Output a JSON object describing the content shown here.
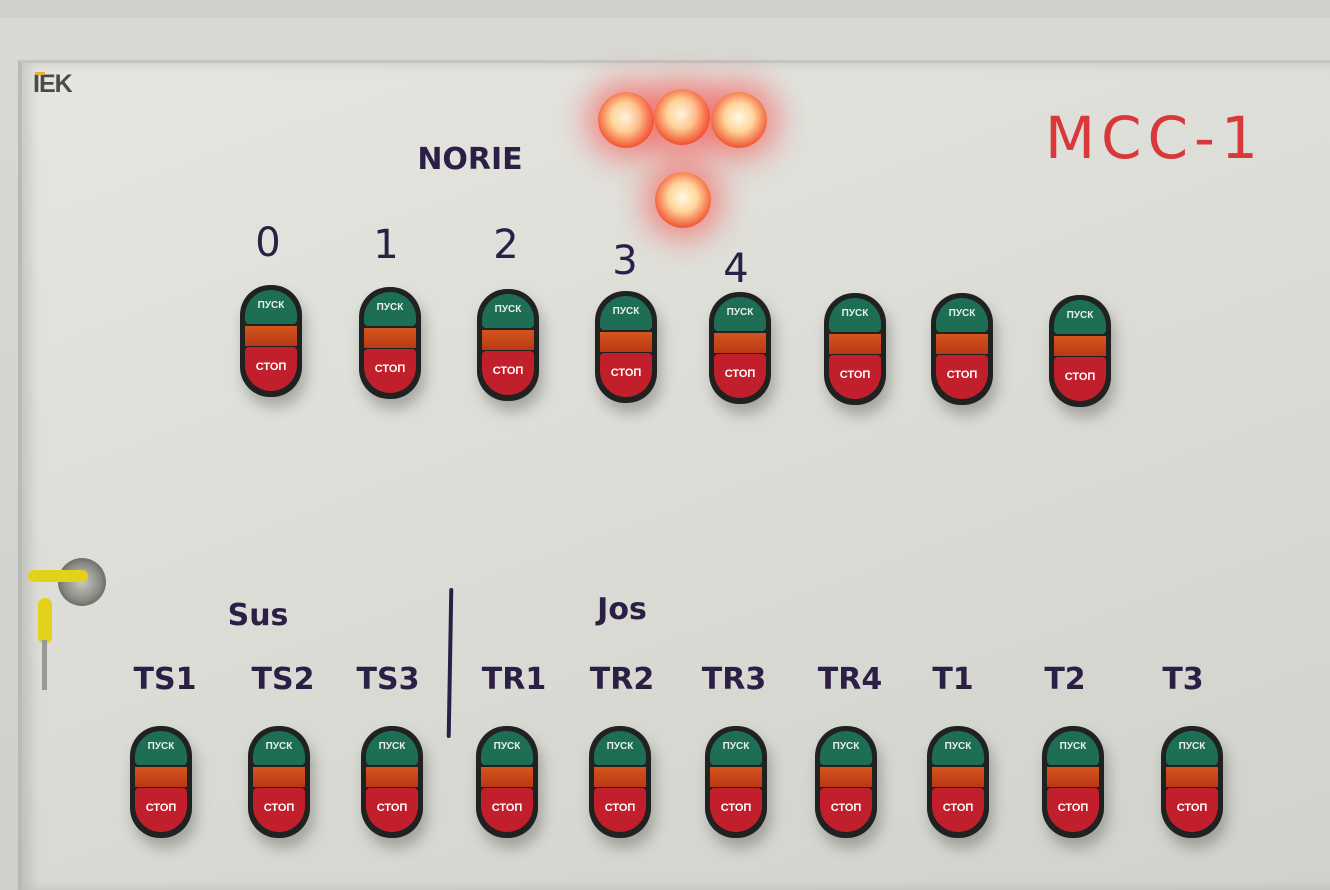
{
  "brand_logo": "IEK",
  "panel_title": "MCC-1",
  "group_label_top": "NORIE",
  "top_row": {
    "numbers": [
      "0",
      "1",
      "2",
      "3",
      "4"
    ],
    "buttons": [
      {
        "start": "ПУСК",
        "stop": "СТОП"
      },
      {
        "start": "ПУСК",
        "stop": "СТОП"
      },
      {
        "start": "ПУСК",
        "stop": "СТОП"
      },
      {
        "start": "ПУСК",
        "stop": "СТОП"
      },
      {
        "start": "ПУСК",
        "stop": "СТОП"
      },
      {
        "start": "ПУСК",
        "stop": "СТОП"
      },
      {
        "start": "ПУСК",
        "stop": "СТОП"
      },
      {
        "start": "ПУСК",
        "stop": "СТОП"
      }
    ]
  },
  "indicator_lamps": {
    "count": 4,
    "state": "on",
    "color": "#ff3030"
  },
  "bottom_row": {
    "group_left": "Sus",
    "group_right": "Jos",
    "labels": [
      "TS1",
      "TS2",
      "TS3",
      "TR1",
      "TR2",
      "TR3",
      "TR4",
      "T1",
      "T2",
      "T3"
    ],
    "buttons": [
      {
        "start": "ПУСК",
        "stop": "СТОП"
      },
      {
        "start": "ПУСК",
        "stop": "СТОП"
      },
      {
        "start": "ПУСК",
        "stop": "СТОП"
      },
      {
        "start": "ПУСК",
        "stop": "СТОП"
      },
      {
        "start": "ПУСК",
        "stop": "СТОП"
      },
      {
        "start": "ПУСК",
        "stop": "СТОП"
      },
      {
        "start": "ПУСК",
        "stop": "СТОП"
      },
      {
        "start": "ПУСК",
        "stop": "СТОП"
      },
      {
        "start": "ПУСК",
        "stop": "СТОП"
      },
      {
        "start": "ПУСК",
        "stop": "СТОП"
      }
    ]
  },
  "colors": {
    "start_green": "#1d6e55",
    "stop_red": "#c11f2b",
    "marker": "#2b1f45",
    "title_red": "#d9383a"
  }
}
